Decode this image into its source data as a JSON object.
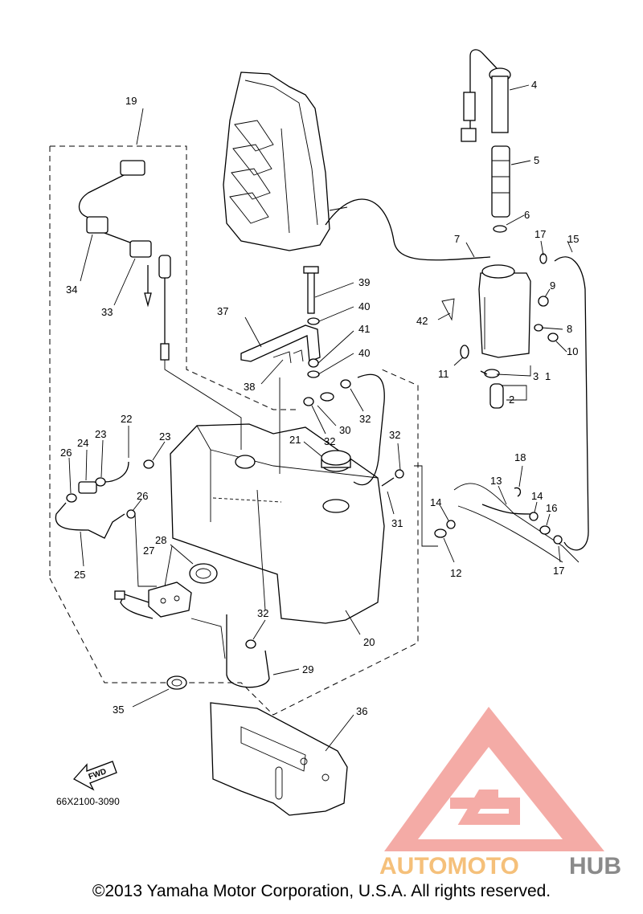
{
  "diagram": {
    "labels": {
      "l1": "1",
      "l2": "2",
      "l3": "3",
      "l4": "4",
      "l5": "5",
      "l6": "6",
      "l7": "7",
      "l8": "8",
      "l9": "9",
      "l10": "10",
      "l11": "11",
      "l12": "12",
      "l13": "13",
      "l14a": "14",
      "l14b": "14",
      "l15": "15",
      "l16": "16",
      "l17a": "17",
      "l17b": "17",
      "l18": "18",
      "l19": "19",
      "l20": "20",
      "l21": "21",
      "l22": "22",
      "l23a": "23",
      "l23b": "23",
      "l24": "24",
      "l25": "25",
      "l26a": "26",
      "l26b": "26",
      "l27": "27",
      "l28": "28",
      "l29": "29",
      "l30": "30",
      "l31": "31",
      "l32a": "32",
      "l32b": "32",
      "l32c": "32",
      "l32d": "32",
      "l33": "33",
      "l34": "34",
      "l35": "35",
      "l36": "36",
      "l37": "37",
      "l38": "38",
      "l39": "39",
      "l40a": "40",
      "l40b": "40",
      "l41": "41",
      "l42": "42"
    },
    "fwd_marker": "FWD",
    "catalog_number": "66X2100-3090"
  },
  "watermark": {
    "part1": "AUTOMOTO",
    "part2": "HUB",
    "colors": {
      "triangle": "#f3a29c",
      "part1": "#f5c07a",
      "part2": "#8a8a8a"
    }
  },
  "copyright": "©2013 Yamaha Motor Corporation, U.S.A. All rights reserved."
}
